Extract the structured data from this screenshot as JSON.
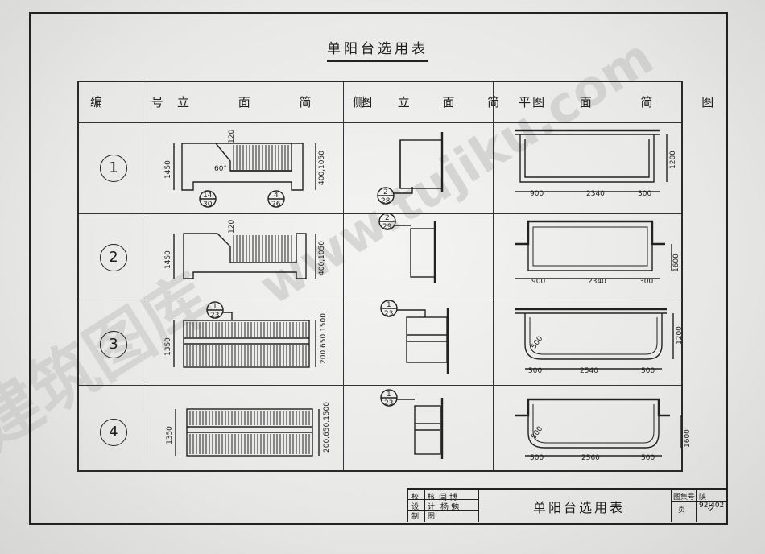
{
  "sheet": {
    "title": "单阳台选用表"
  },
  "table": {
    "headers": [
      "编 号",
      "立 面 简 图",
      "侧 立 面 简 图",
      "平 面 简 图"
    ],
    "rows": [
      {
        "num": "1",
        "elev_height": "1450",
        "elev_right": "400,1050",
        "elev_tag": "120",
        "elev_angle": "60°",
        "ref_a_top": "14",
        "ref_a_bot": "30",
        "ref_b_top": "4",
        "ref_b_bot": "26",
        "side_ref_top": "2",
        "side_ref_bot": "28",
        "plan_dims": [
          "900",
          "2340",
          "300"
        ],
        "plan_depth": "1200"
      },
      {
        "num": "2",
        "elev_height": "1450",
        "elev_right": "400,1050",
        "elev_tag": "120",
        "side_ref_top": "2",
        "side_ref_bot": "29",
        "plan_dims": [
          "900",
          "2340",
          "300"
        ],
        "plan_depth": "1600"
      },
      {
        "num": "3",
        "elev_height": "1350",
        "elev_right": "200,650,1500",
        "elev_ref_top": "1",
        "elev_ref_bot": "23",
        "side_ref_top": "1",
        "side_ref_bot": "23",
        "plan_dims": [
          "500",
          "2540",
          "500"
        ],
        "plan_radius": "500",
        "plan_depth": "1200"
      },
      {
        "num": "4",
        "elev_height": "1350",
        "elev_right": "200,650,1500",
        "side_ref_top": "1",
        "side_ref_bot": "23",
        "plan_dims": [
          "500",
          "2560",
          "500"
        ],
        "plan_radius": "500",
        "plan_depth": "1600"
      }
    ]
  },
  "title_block": {
    "row1_label": "校",
    "row1_sub": "核",
    "row1_sign": "闫 博",
    "row2_label": "设",
    "row2_sub": "计",
    "row2_sign": "杨 勉",
    "row3_label": "制",
    "row3_sub": "图",
    "main_title": "单阳台选用表",
    "atlas_label": "图集号",
    "atlas_value": "陕92J402",
    "page_label": "页",
    "page_value": "2"
  },
  "watermark": {
    "text": "www.tujiku.com",
    "text2": "建筑图库"
  }
}
